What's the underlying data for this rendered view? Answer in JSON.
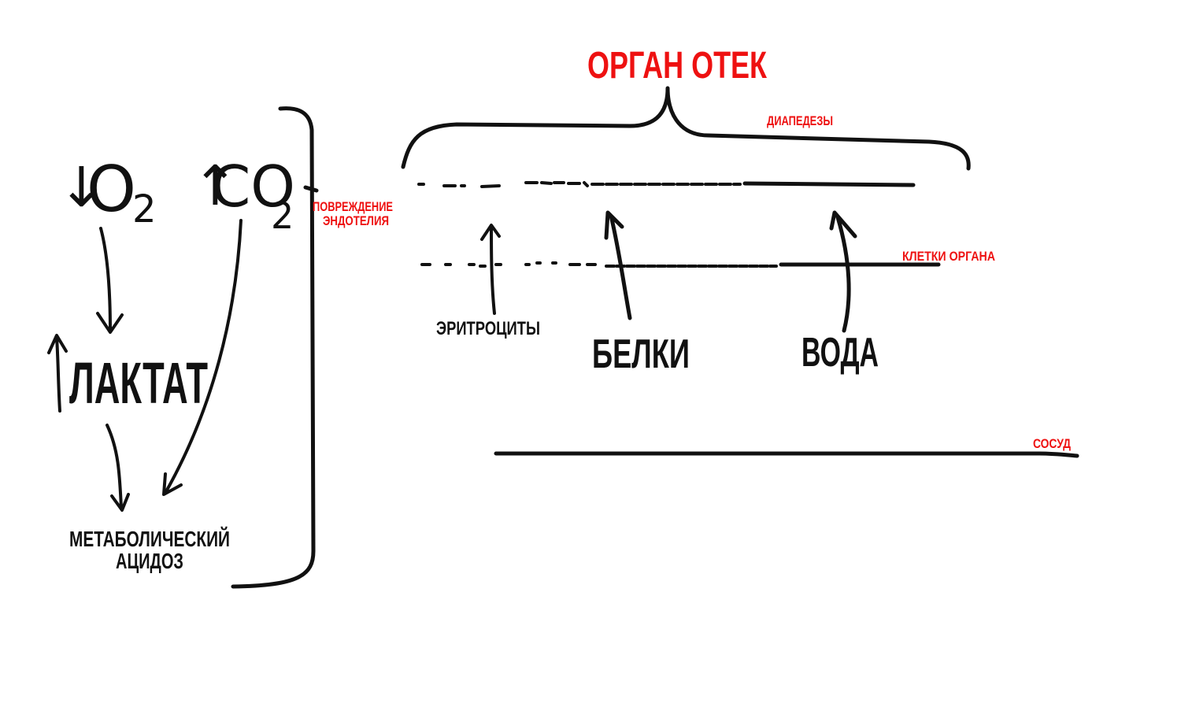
{
  "colors": {
    "ink": "#111111",
    "accent": "#ee1111"
  },
  "left": {
    "o2_arrow": "↓",
    "o2": "O",
    "o2_sub": "2",
    "co2_arrow": "↑",
    "co2": "CO",
    "co2_sub": "2",
    "lactate": "ЛАКТАТ",
    "acidosis_line1": "МЕТАБОЛИЧЕСКИЙ",
    "acidosis_line2": "АЦИДОЗ"
  },
  "bracket_label_line1": "ПОВРЕЖДЕНИЕ",
  "bracket_label_line2": "ЭНДОТЕЛИЯ",
  "right": {
    "title": "ОРГАН ОТЕК",
    "diapedesis": "ДИАПЕДЕЗЫ",
    "organ_cells": "КЛЕТКИ ОРГАНА",
    "erythrocytes": "ЭРИТРОЦИТЫ",
    "proteins": "БЕЛКИ",
    "water": "ВОДА",
    "vessel": "СОСУД"
  }
}
